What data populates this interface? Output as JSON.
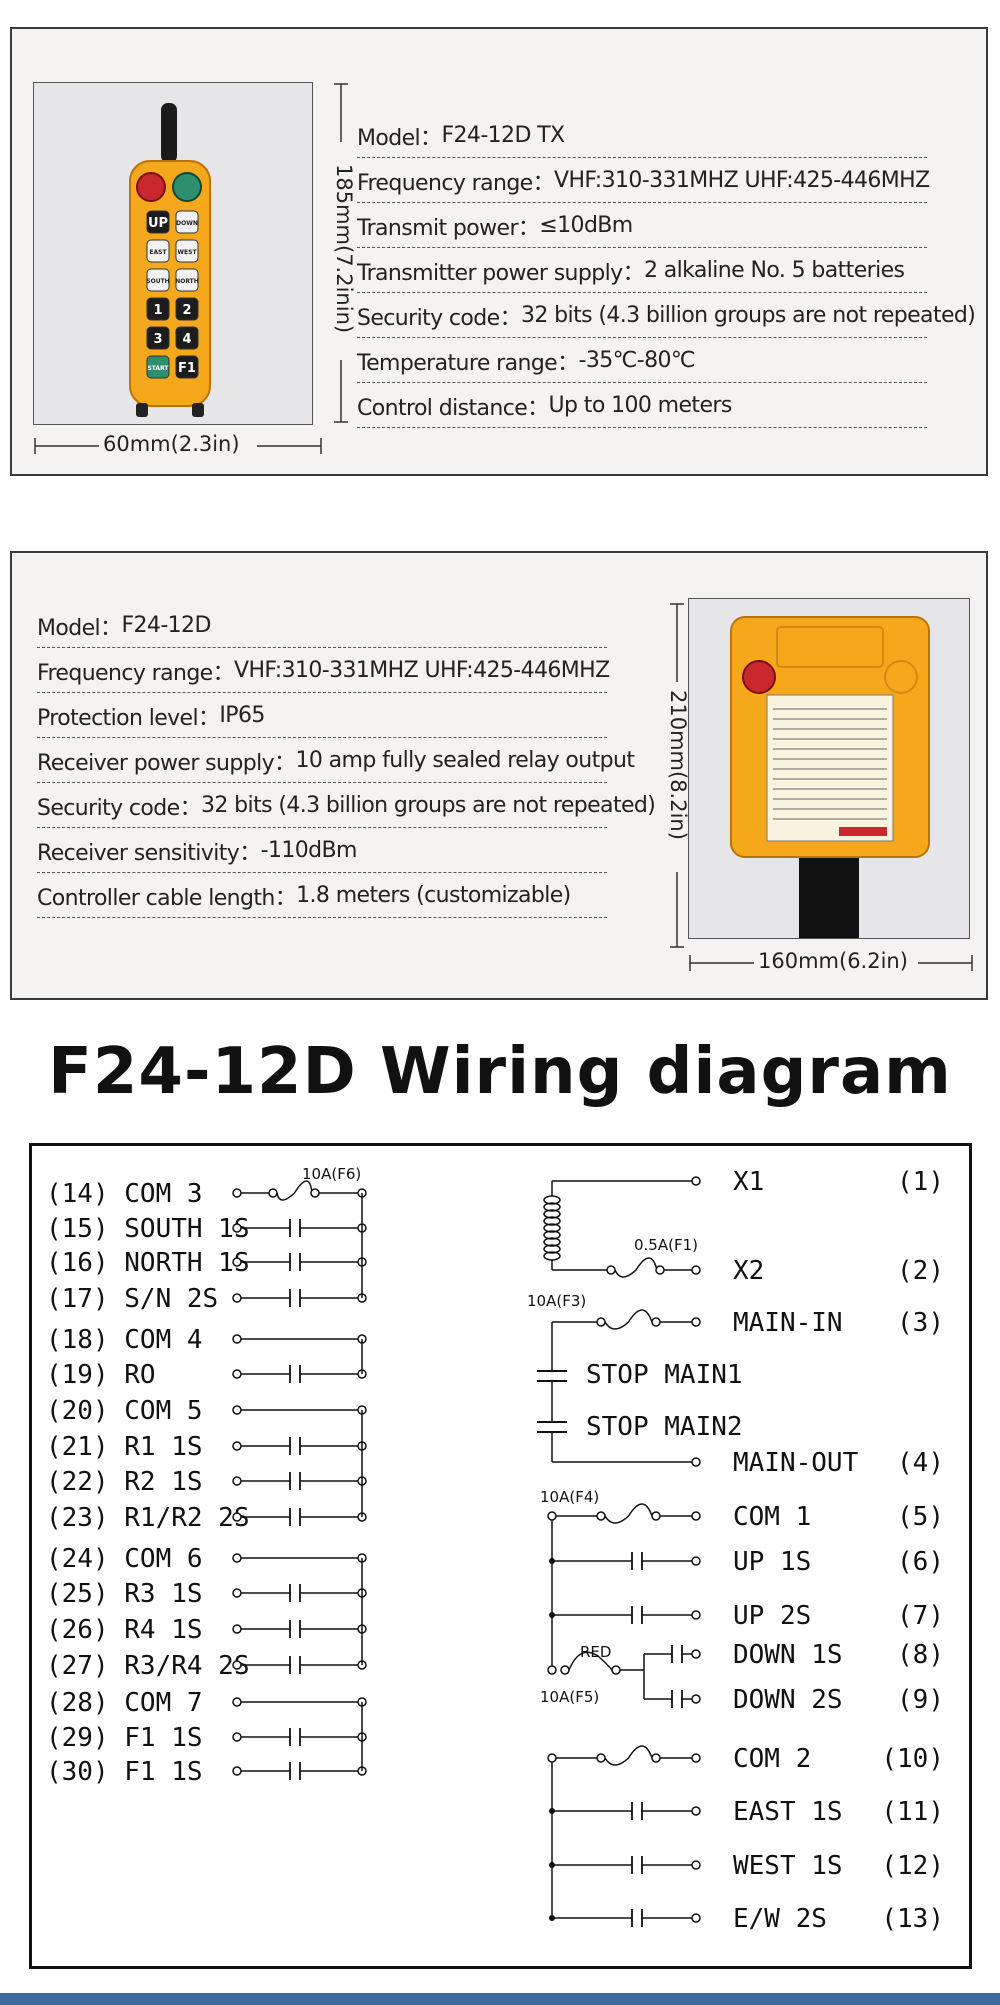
{
  "transmitter": {
    "specs": [
      {
        "key": "Model：",
        "value": "F24-12D TX"
      },
      {
        "key": "Frequency range：",
        "value": "VHF:310-331MHZ UHF:425-446MHZ"
      },
      {
        "key": "Transmit power：",
        "value": "≤10dBm"
      },
      {
        "key": "Transmitter power supply：",
        "value": "2 alkaline No. 5 batteries"
      },
      {
        "key": "Security code：",
        "value": "32 bits (4.3 billion groups are not repeated)"
      },
      {
        "key": "Temperature range：",
        "value": "-35℃-80℃"
      },
      {
        "key": "Control distance：",
        "value": "Up to 100 meters"
      }
    ],
    "width_dim": "60mm(2.3in)",
    "height_dim": "185mm(7.2inin)",
    "buttons": [
      [
        "UP",
        "DOWN"
      ],
      [
        "EAST",
        "WEST"
      ],
      [
        "SOUTH",
        "NORTH"
      ],
      [
        "1",
        "2"
      ],
      [
        "3",
        "4"
      ],
      [
        "START",
        "F1"
      ]
    ]
  },
  "receiver": {
    "specs": [
      {
        "key": "Model：",
        "value": "F24-12D"
      },
      {
        "key": "Frequency range：",
        "value": "VHF:310-331MHZ UHF:425-446MHZ"
      },
      {
        "key": "Protection level：",
        "value": "IP65"
      },
      {
        "key": "Receiver power supply：",
        "value": "10 amp fully sealed relay output"
      },
      {
        "key": "Security code：",
        "value": "32 bits (4.3 billion groups are not repeated)"
      },
      {
        "key": "Receiver sensitivity：",
        "value": "-110dBm"
      },
      {
        "key": "Controller cable length：",
        "value": "1.8 meters (customizable)"
      }
    ],
    "width_dim": "160mm(6.2in)",
    "height_dim": "210mm(8.2in)"
  },
  "wiring": {
    "title": "F24-12D Wiring diagram",
    "left_labels": [
      "(14) COM 3",
      "(15) SOUTH 1S",
      "(16) NORTH 1S",
      "(17) S/N 2S",
      "(18) COM 4",
      "(19) RO",
      "(20) COM 5",
      "(21) R1 1S",
      "(22) R2 1S",
      "(23) R1/R2 2S",
      "(24) COM 6",
      "(25) R3 1S",
      "(26) R4 1S",
      "(27) R3/R4 2S",
      "(28) COM 7",
      "(29) F1 1S",
      "(30) F1 1S"
    ],
    "right_labels": [
      "X1",
      "X2",
      "MAIN-IN",
      "MAIN-OUT",
      "COM 1",
      "UP 1S",
      "UP 2S",
      "DOWN 1S",
      "DOWN 2S",
      "COM 2",
      "EAST 1S",
      "WEST 1S",
      "E/W 2S"
    ],
    "right_numbers": [
      "(1)",
      "(2)",
      "(3)",
      "(4)",
      "(5)",
      "(6)",
      "(7)",
      "(8)",
      "(9)",
      "(10)",
      "(11)",
      "(12)",
      "(13)"
    ],
    "stop_labels": [
      "STOP MAIN1",
      "STOP MAIN2"
    ],
    "fuses": [
      "10A(F6)",
      "0.5A(F1)",
      "10A(F3)",
      "10A(F4)",
      "10A(F5)"
    ],
    "red_label": "RED"
  },
  "colors": {
    "remote_yellow": "#f5a81c",
    "emergency_red": "#c8282e",
    "start_green": "#2e8f6e",
    "bottom_strip": "#3d6b9f"
  }
}
